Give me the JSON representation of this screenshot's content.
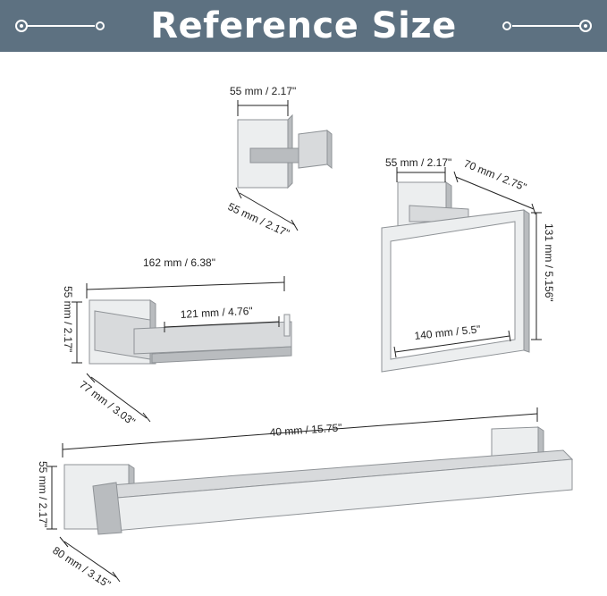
{
  "header": {
    "title": "Reference Size",
    "background": "#5d7181",
    "text_color": "#ffffff"
  },
  "icons": {
    "left_decoration": "line-with-rings-icon",
    "right_decoration": "line-with-rings-icon"
  },
  "products": {
    "hook": {
      "top_width": "55 mm / 2.17\"",
      "depth": "55 mm / 2.17\""
    },
    "towel_ring": {
      "base_width": "55 mm / 2.17\"",
      "projection": "70 mm / 2.75\"",
      "height": "131 mm / 5.156\"",
      "inner_width": "140 mm / 5.5\""
    },
    "toilet_paper_holder": {
      "total_length": "162 mm / 6.38\"",
      "arm_length": "121 mm / 4.76\"",
      "height": "55 mm / 2.17\"",
      "depth": "77 mm / 3.03\""
    },
    "towel_bar": {
      "length": "40 mm / 15.75\"",
      "height": "55 mm / 2.17\"",
      "depth": "80 mm / 3.15\""
    }
  },
  "colors": {
    "metal": "#d8dadc",
    "dimension_lines": "#222222"
  }
}
